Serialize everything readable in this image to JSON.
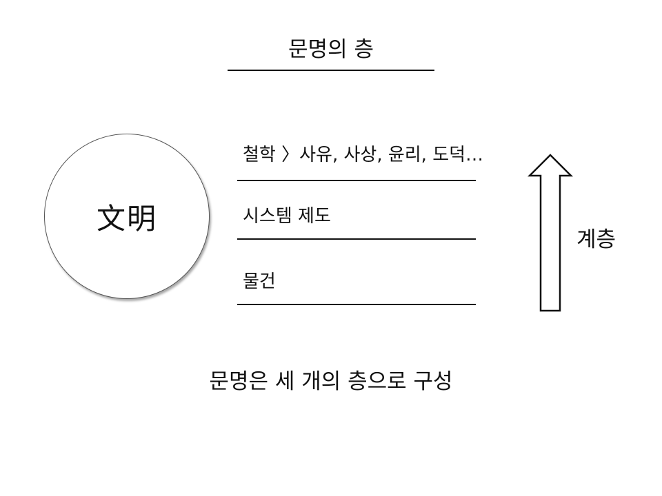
{
  "title": "문명의 층",
  "civilization_label": "文明",
  "layers": [
    {
      "label": "철학 〉사유, 사상, 윤리, 도덕…"
    },
    {
      "label": "시스템 제도"
    },
    {
      "label": "물건"
    }
  ],
  "arrow_label": "계층",
  "summary": "문명은 세 개의 층으로 구성"
}
